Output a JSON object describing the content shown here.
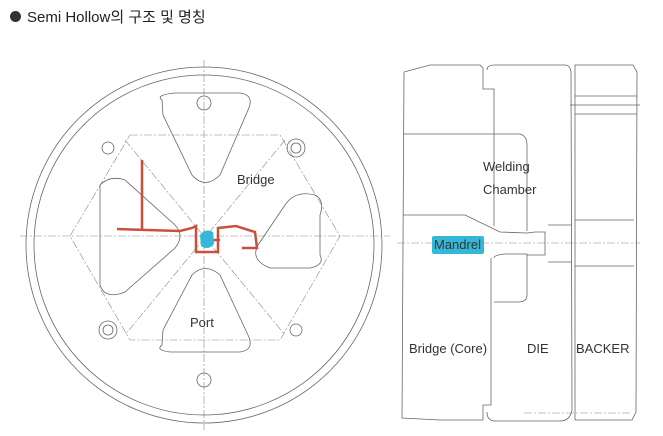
{
  "title": "Semi Hollow의 구조 및 명칭",
  "front_view": {
    "bridge_label": "Bridge",
    "port_label": "Port"
  },
  "section_view": {
    "welding_label": "Welding",
    "chamber_label": "Chamber",
    "mandrel_label": "Mandrel",
    "bridge_core_label": "Bridge (Core)",
    "die_label": "DIE",
    "backer_label": "BACKER"
  },
  "colors": {
    "profile": "#c9503f",
    "highlight": "#35b8d8"
  }
}
